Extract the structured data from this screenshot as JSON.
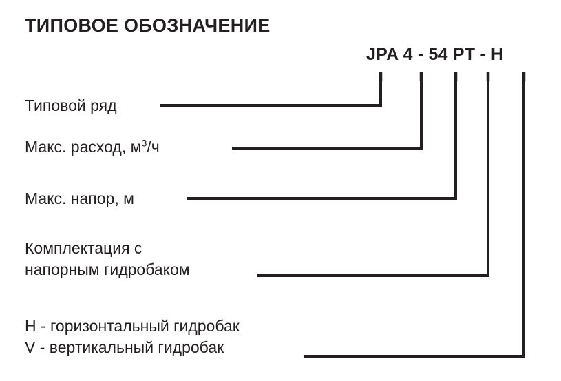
{
  "title": "ТИПОВОЕ ОБОЗНАЧЕНИЕ",
  "model": {
    "full_code": "JPA 4 - 54 PT - H",
    "segments": [
      {
        "text": "JPA",
        "meaning": "Типовой ряд"
      },
      {
        "text": "4",
        "meaning": "Макс. расход, м3/ч"
      },
      {
        "text": "54",
        "meaning": "Макс. напор, м"
      },
      {
        "text": "PT",
        "meaning": "Комплектация с напорным гидробаком"
      },
      {
        "text": "H",
        "meaning": "H - горизонтальный гидробак / V - вертикальный гидробак"
      }
    ]
  },
  "legend": {
    "items": [
      {
        "id": "type-series",
        "lines": [
          "Типовой ряд"
        ],
        "has_superscript": false
      },
      {
        "id": "max-flow",
        "lines": [
          "Макс. расход, м"
        ],
        "has_superscript": true,
        "superscript": "3",
        "suffix": "/ч"
      },
      {
        "id": "max-head",
        "lines": [
          "Макс. напор, м"
        ],
        "has_superscript": false
      },
      {
        "id": "tank-equipment",
        "lines": [
          "Комплектация с",
          "напорным гидробаком"
        ],
        "has_superscript": false
      },
      {
        "id": "tank-orientation",
        "lines": [
          "H - горизонтальный гидробак",
          "V - вертикальный гидробак"
        ],
        "has_superscript": false
      }
    ]
  },
  "colors": {
    "ink": "#231f20",
    "background": "#ffffff"
  }
}
